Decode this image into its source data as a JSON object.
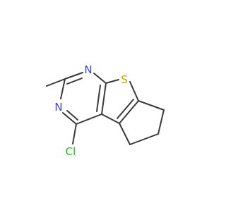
{
  "molecule": {
    "atom_labels": {
      "n1": "N",
      "n2": "N",
      "s": "S",
      "cl": "Cl"
    },
    "colors": {
      "bond": "#3a3a3a",
      "nitrogen": "#3f45d8",
      "sulfur": "#b8a800",
      "chlorine": "#1fbf2a"
    }
  }
}
